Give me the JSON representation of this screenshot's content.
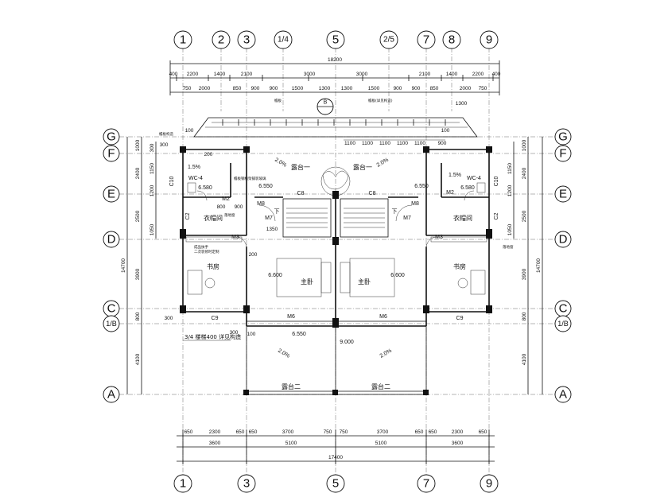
{
  "axes": {
    "top": [
      "1",
      "2",
      "3",
      "1/4",
      "5",
      "2/5",
      "7",
      "8",
      "9"
    ],
    "bottom": [
      "1",
      "3",
      "5",
      "7",
      "9"
    ],
    "rows": [
      "G",
      "F",
      "E",
      "D",
      "C",
      "1/B",
      "A"
    ]
  },
  "dims": {
    "top_total": "18200",
    "top_row1": [
      "400",
      "2200",
      "1400",
      "2100",
      "3000",
      "3000",
      "2100",
      "1400",
      "2200",
      "400"
    ],
    "top_row2": [
      "750",
      "2000",
      "850",
      "900",
      "900",
      "1500",
      "1300",
      "1300",
      "1500",
      "900",
      "900",
      "850",
      "2000",
      "750"
    ],
    "top_extra": [
      "1300"
    ],
    "bottom_row1": [
      "650",
      "2300",
      "650",
      "650",
      "3700",
      "750",
      "750",
      "3700",
      "650",
      "650",
      "2300",
      "650"
    ],
    "bottom_row2": [
      "3600",
      "5100",
      "5100",
      "3600"
    ],
    "bottom_total": "17400",
    "side_segments": [
      "1000",
      "2400",
      "2500",
      "3900",
      "800",
      "4100"
    ],
    "side_total": "14700",
    "inner_left": [
      "300",
      "1150",
      "1200",
      "1050"
    ],
    "small": [
      "100",
      "200",
      "800",
      "900",
      "1350",
      "1100",
      "300"
    ]
  },
  "rooms": {
    "terrace1": "露台一",
    "terrace2": "露台二",
    "cloakroom": "衣帽间",
    "study": "书房",
    "master": "主卧"
  },
  "labels": {
    "wc": "WC-4",
    "c10": "C10",
    "c2": "C2",
    "c8": "C8",
    "c9": "C9",
    "m2": "M2",
    "m3": "M3",
    "m6": "M6",
    "m7": "M7",
    "m8": "M8",
    "slope": "1.5%",
    "slope2": "2.0%",
    "down": "下",
    "stair_callout": "3/4",
    "callout_b": "B",
    "elev_6580": "6.580",
    "elev_6550": "6.550",
    "elev_6600": "6.600",
    "elev_9000": "9.000"
  },
  "notes": {
    "top_left": "檐板构造",
    "top_mid": "檐板",
    "top_right": "檐板(详见构造)",
    "eave_note": "檐板钢构架铺装玻璃",
    "left_a": "落地窗",
    "left_b": "成品扶手",
    "left_c": "二次装修时定制",
    "right_a": "落地窗",
    "stair_note": "3/4 楼梯400 详见构造"
  }
}
